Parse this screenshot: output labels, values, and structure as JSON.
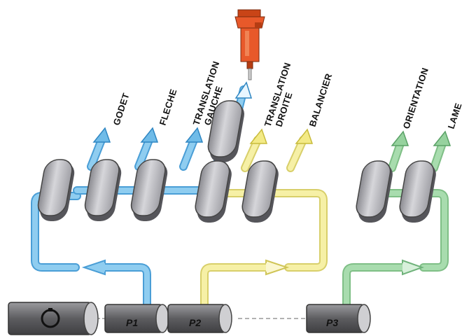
{
  "labels": {
    "godet": "GODET",
    "fleche": "FLECHE",
    "translation_gauche_1": "TRANSLATION",
    "translation_gauche_2": "GAUCHE",
    "translation_droite_1": "TRANSLATION",
    "translation_droite_2": "DROITE",
    "balancier": "BALANCIER",
    "orientation": "ORIENTATION",
    "lame": "LAME"
  },
  "pumps": {
    "p1": "P1",
    "p2": "P2",
    "p3": "P3"
  },
  "colors": {
    "circuit_p1": "#8fcdf0",
    "circuit_p2": "#f6f0a6",
    "circuit_p3": "#a8dcae",
    "hammer": "#e8592a",
    "spool": "#c4c4c9",
    "pump_body": "#6f6f72"
  }
}
